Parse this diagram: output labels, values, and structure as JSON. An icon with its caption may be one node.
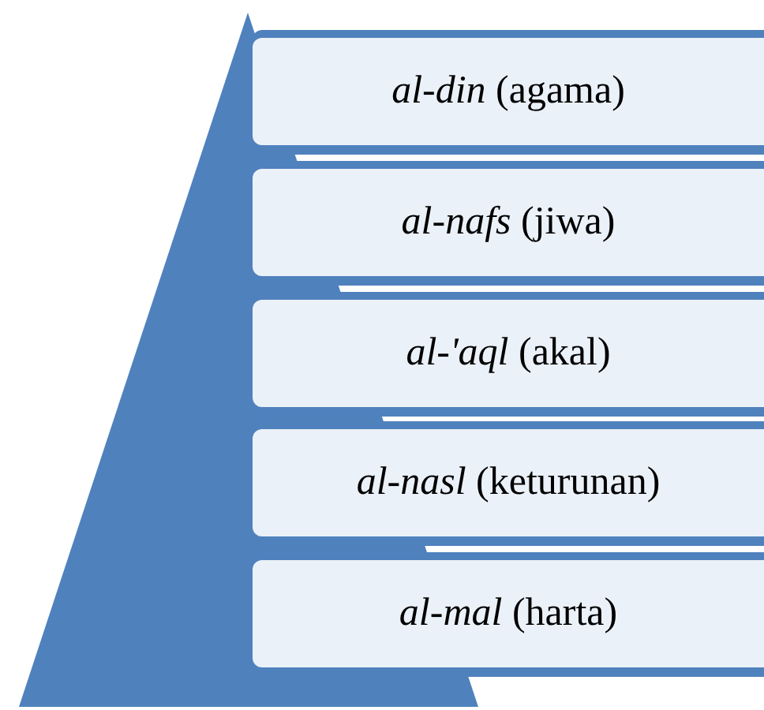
{
  "diagram": {
    "nodes": [
      {
        "text": [
          "*al-din* (agama)"
        ]
      },
      {
        "text": [
          "*al-nafs* (jiwa)"
        ]
      },
      {
        "text": [
          "*al-'aql* (akal)"
        ]
      },
      {
        "text": [
          "*al-nasl* (keturunan)"
        ]
      },
      {
        "text": [
          "*al-mal* (harta)"
        ]
      }
    ]
  }
}
